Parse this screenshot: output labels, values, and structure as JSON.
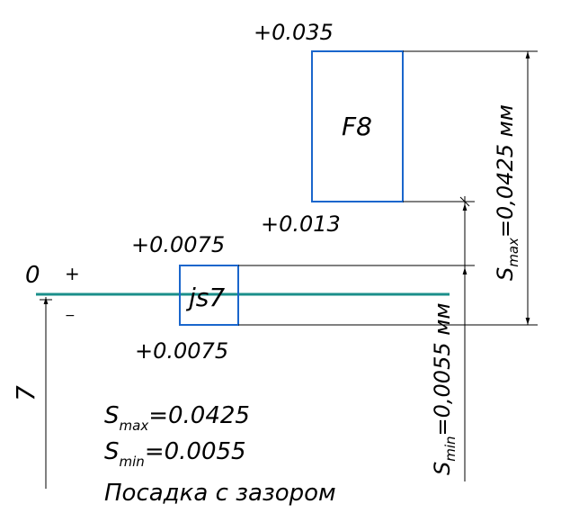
{
  "labels": {
    "f8_upper": "+0.035",
    "f8_name": "F8",
    "f8_lower": "+0.013",
    "js7_upper": "+0.0075",
    "js7_name": "js7",
    "js7_lower": "+0.0075",
    "zero": "0",
    "plus": "+",
    "minus": "−",
    "axis_label": "7",
    "smax_dim_s": "S",
    "smax_dim_sub": "max",
    "smax_dim_value": "=0,0425 мм",
    "smin_dim_s": "S",
    "smin_dim_sub": "min",
    "smin_dim_value": "=0,0055 мм"
  },
  "summary": {
    "smax_s": "S",
    "smax_sub": "max",
    "smax_value": "=0.0425",
    "smin_s": "S",
    "smin_sub": "min",
    "smin_value": "=0.0055",
    "fit_text": "Посадка с зазором"
  },
  "colors": {
    "box": "#1a66cc",
    "zero_line": "#1a8f8a",
    "lines": "#000000"
  }
}
